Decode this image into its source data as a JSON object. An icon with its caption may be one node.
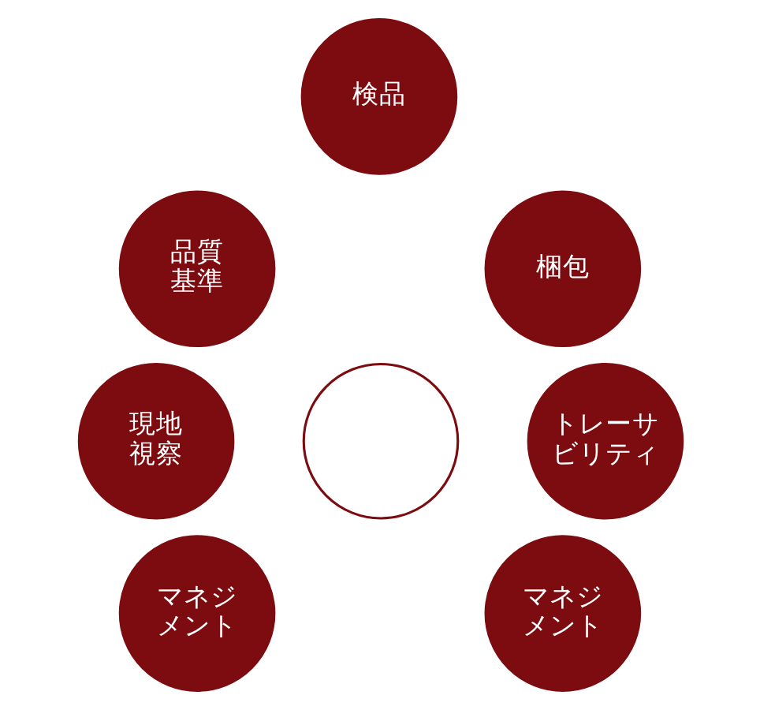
{
  "diagram": {
    "nodes": [
      {
        "text": [
          "検品"
        ]
      },
      {
        "text": [
          "品質基準"
        ]
      },
      {
        "text": [
          "梱包"
        ]
      },
      {
        "text": [],
        "shape": "circle"
      },
      {
        "text": [
          "現地視察"
        ]
      },
      {
        "text": [
          "トレーサビリティ"
        ]
      },
      {
        "text": [
          "マネジメント"
        ]
      },
      {
        "text": [
          "マネジメント"
        ]
      }
    ]
  }
}
